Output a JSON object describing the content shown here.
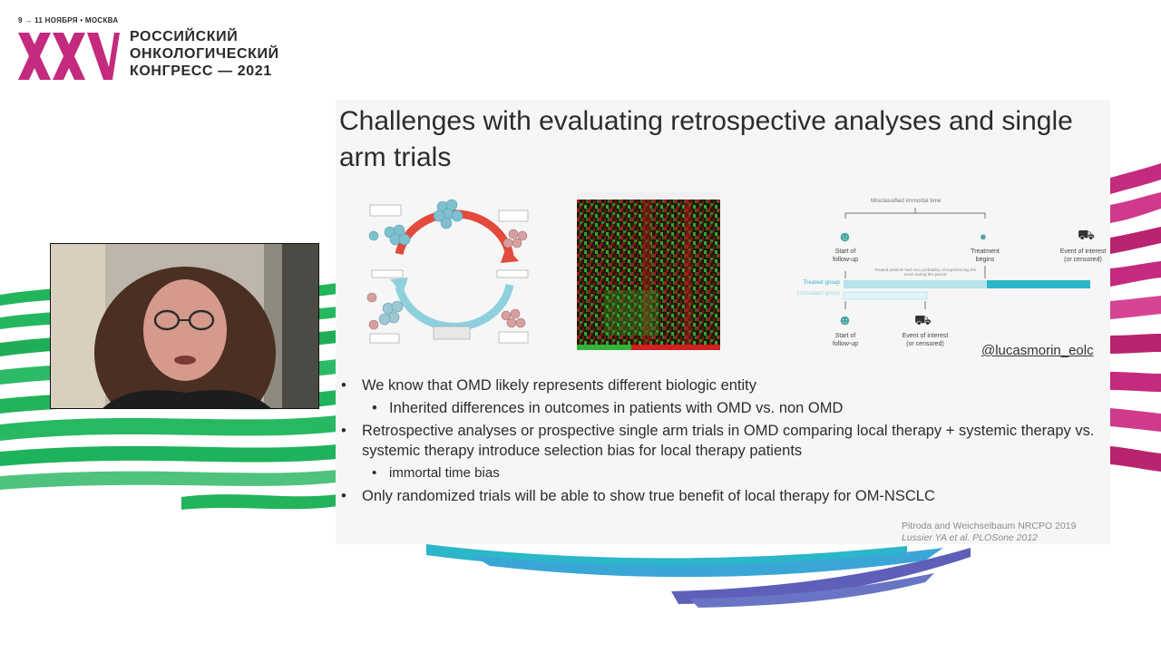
{
  "event": {
    "dates": "9 → 11 НОЯБРЯ • МОСКВА",
    "logo_numeral": "XXV",
    "name_lines": [
      "РОССИЙСКИЙ",
      "ОНКОЛОГИЧЕСКИЙ",
      "КОНГРЕСС — 2021"
    ],
    "brand_colors": {
      "magenta": "#c42a7e",
      "green": "#1fb25c",
      "teal": "#2cb6c9",
      "violet": "#5e5fb8"
    }
  },
  "slide": {
    "title": "Challenges with evaluating retrospective analyses and single arm trials",
    "handle": "@lucasmorin_eolc",
    "timeline": {
      "top_label": "Misclassified immortal time",
      "start_label_top": [
        "Start of",
        "follow-up"
      ],
      "treatment_label": [
        "Treatment",
        "begins"
      ],
      "event_label_top": [
        "Event of interest",
        "(or censored)"
      ],
      "small_note": "Treated patients had zero probability of experiencing the event during this period",
      "treated_group": "Treated group",
      "untreated_group": "Untreated group",
      "start_label_bottom": [
        "Start of",
        "follow-up"
      ],
      "event_label_bottom": [
        "Event of interest",
        "(or censored)"
      ]
    },
    "bullets": [
      {
        "level": 1,
        "text": "We know that OMD likely represents different biologic entity"
      },
      {
        "level": 2,
        "text": "Inherited differences in outcomes in patients with OMD vs. non OMD"
      },
      {
        "level": 1,
        "text": "Retrospective analyses or prospective single arm trials in OMD comparing local therapy + systemic therapy vs. systemic therapy introduce selection bias for local therapy patients"
      },
      {
        "level": 2,
        "text": "immortal time bias"
      },
      {
        "level": 1,
        "text": "Only randomized trials will be able to show true benefit of local therapy for OM-NSCLC"
      }
    ],
    "references": [
      "Pitroda and Weichselbaum NRCPO 2019",
      "Lussier YA et al. PLOSone 2012"
    ]
  },
  "video": {
    "icon": "speaker-webcam-feed"
  }
}
